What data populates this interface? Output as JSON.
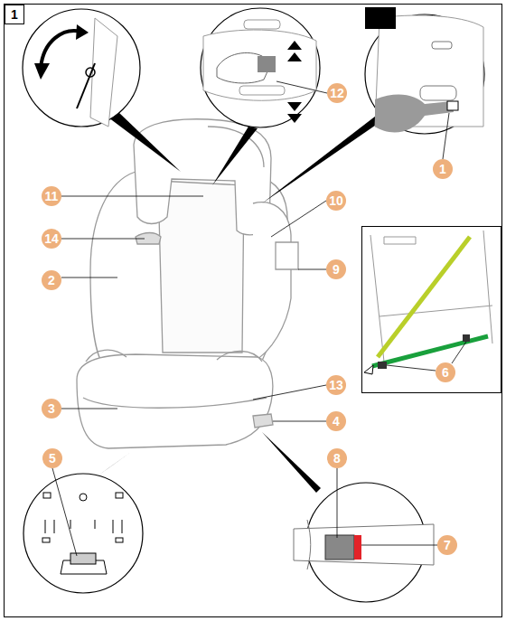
{
  "diagram": {
    "labels": [
      "1",
      "12",
      "1",
      "11",
      "10",
      "14",
      "2",
      "9",
      "6",
      "3",
      "13",
      "4",
      "5",
      "8",
      "7"
    ]
  }
}
